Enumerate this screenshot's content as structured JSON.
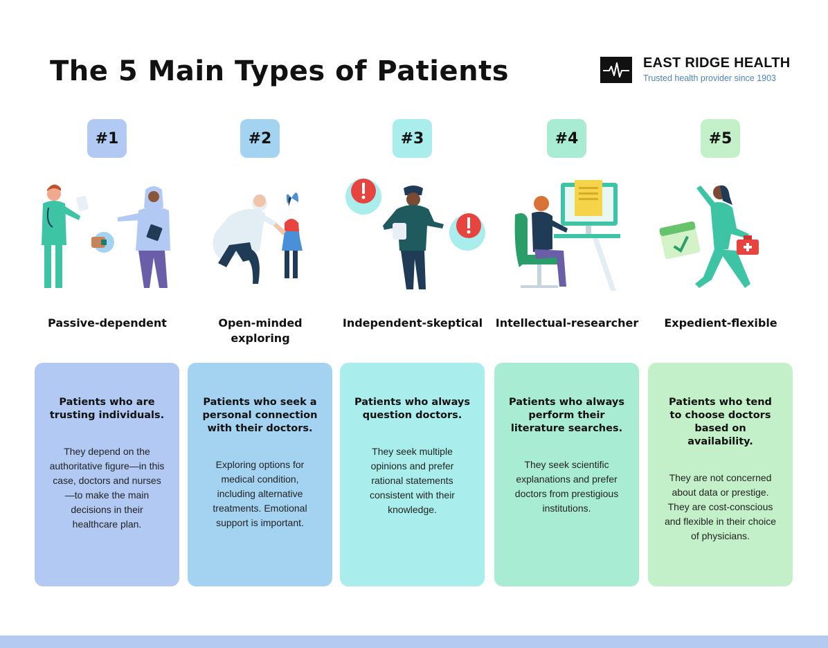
{
  "title": "The 5 Main Types of Patients",
  "brand": {
    "name": "EAST RIDGE HEALTH",
    "tagline": "Trusted health provider since 1903",
    "logo_icon": "heartbeat-icon"
  },
  "colors": {
    "card_1": "#b1c9f3",
    "card_2": "#a4d3f1",
    "card_3": "#a9eeec",
    "card_4": "#a9ecd4",
    "card_5": "#c3f0c8",
    "teal": "#3dc4a5",
    "navy": "#1f3b56",
    "purple": "#6a5ea8",
    "red": "#e8443f",
    "footer": "#b4caf0"
  },
  "patients": [
    {
      "badge": "#1",
      "name": "Passive-dependent",
      "headline": "Patients who are trusting individuals.",
      "description": "They depend on the authoritative figure—in this case, doctors and nurses—to make the main decisions in their healthcare plan.",
      "illustration": "doctor-and-patient-thumbs-up-icon"
    },
    {
      "badge": "#2",
      "name": "Open-minded exploring",
      "headline": "Patients who seek a personal connection with their doctors.",
      "description": "Exploring options for medical condition, including alternative treatments. Emotional support is important.",
      "illustration": "doctor-child-butterfly-icon"
    },
    {
      "badge": "#3",
      "name": "Independent-skeptical",
      "headline": "Patients who always question doctors.",
      "description": "They seek multiple opinions and prefer rational statements consistent with their knowledge.",
      "illustration": "person-with-alert-bubbles-icon"
    },
    {
      "badge": "#4",
      "name": "Intellectual-researcher",
      "headline": "Patients who always perform their literature searches.",
      "description": "They seek scientific explanations and prefer doctors from prestigious institutions.",
      "illustration": "person-at-computer-icon"
    },
    {
      "badge": "#5",
      "name": "Expedient-flexible",
      "headline": "Patients who tend to choose doctors based on availability.",
      "description": "They are not concerned about data or prestige. They are cost-conscious and flexible in their choice of physicians.",
      "illustration": "doctor-with-calendar-and-kit-icon"
    }
  ]
}
